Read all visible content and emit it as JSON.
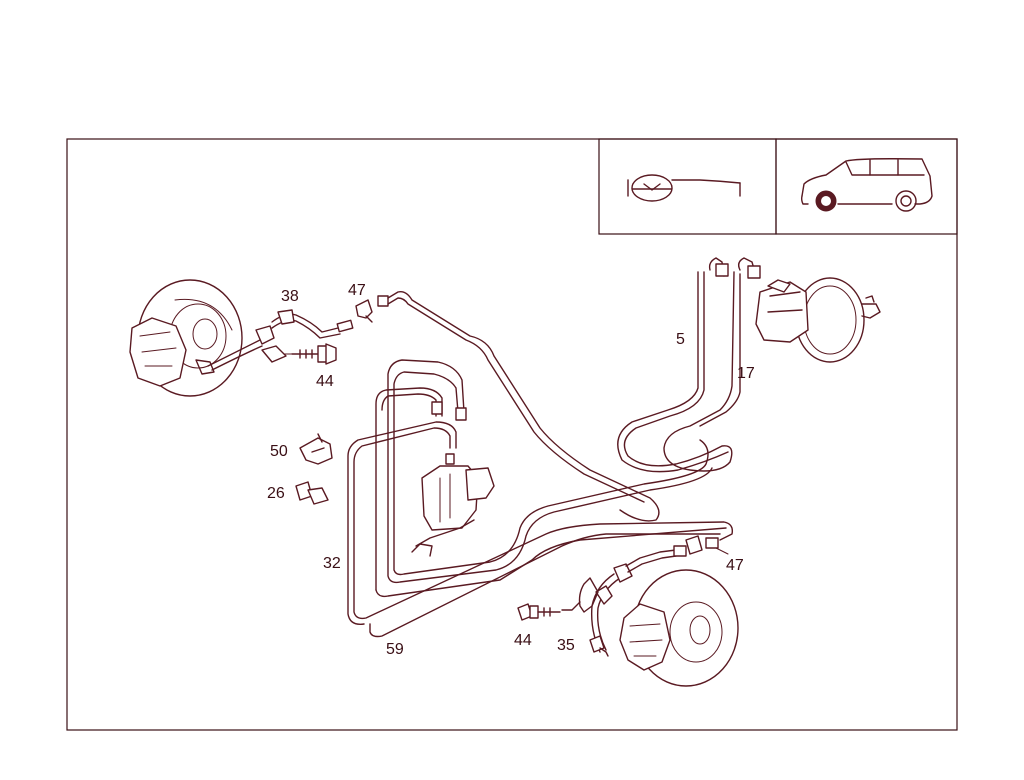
{
  "diagram": {
    "header_icons": [
      {
        "name": "steering-wheel-icon"
      },
      {
        "name": "vehicle-icon"
      }
    ],
    "callouts": [
      {
        "id": "c38",
        "text": "38"
      },
      {
        "id": "c47a",
        "text": "47"
      },
      {
        "id": "c44a",
        "text": "44"
      },
      {
        "id": "c50",
        "text": "50"
      },
      {
        "id": "c26",
        "text": "26"
      },
      {
        "id": "c5",
        "text": "5"
      },
      {
        "id": "c17",
        "text": "17"
      },
      {
        "id": "c32",
        "text": "32"
      },
      {
        "id": "c59",
        "text": "59"
      },
      {
        "id": "c47b",
        "text": "47"
      },
      {
        "id": "c44b",
        "text": "44"
      },
      {
        "id": "c35",
        "text": "35"
      }
    ]
  }
}
